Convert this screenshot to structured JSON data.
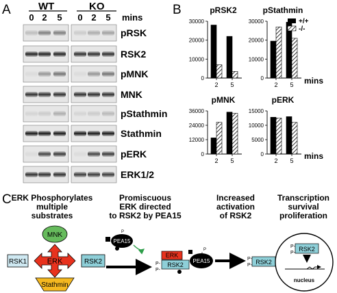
{
  "panelA": {
    "letter": "A",
    "wt_label": "WT",
    "ko_label": "KO",
    "timepoints": [
      "0",
      "2",
      "5"
    ],
    "mins_label": "mins",
    "blots": [
      {
        "label": "pRSK",
        "wt": [
          0.18,
          0.45,
          0.45
        ],
        "ko": [
          0.12,
          0.25,
          0.3
        ]
      },
      {
        "label": "RSK2",
        "wt": [
          0.85,
          0.85,
          0.85
        ],
        "ko": [
          0.8,
          0.8,
          0.8
        ]
      },
      {
        "label": "pMNK",
        "wt": [
          0.05,
          0.35,
          0.5
        ],
        "ko": [
          0.05,
          0.35,
          0.5
        ]
      },
      {
        "label": "MNK",
        "wt": [
          0.8,
          0.8,
          0.8
        ],
        "ko": [
          0.8,
          0.8,
          0.8
        ]
      },
      {
        "label": "pStathmin",
        "wt": [
          0.08,
          0.12,
          0.25
        ],
        "ko": [
          0.08,
          0.12,
          0.2
        ]
      },
      {
        "label": "Stathmin",
        "wt": [
          0.9,
          0.9,
          0.9
        ],
        "ko": [
          0.9,
          0.9,
          0.9
        ]
      },
      {
        "label": "pERK",
        "wt": [
          0.05,
          0.7,
          0.75
        ],
        "ko": [
          0.05,
          0.7,
          0.75
        ]
      },
      {
        "label": "ERK1/2",
        "wt": [
          0.8,
          0.8,
          0.8
        ],
        "ko": [
          0.75,
          0.75,
          0.75
        ]
      }
    ]
  },
  "panelB": {
    "letter": "B",
    "mins_label": "mins",
    "legend": [
      {
        "label": "+/+",
        "pattern": "solid"
      },
      {
        "label": "-/-",
        "pattern": "hatched"
      }
    ],
    "chart_data": [
      {
        "type": "bar",
        "title": "pRSK2",
        "categories": [
          "2",
          "5"
        ],
        "ylim": [
          0,
          30000
        ],
        "yticks": [
          "0",
          "10000",
          "20000",
          "30000"
        ],
        "series": [
          {
            "name": "+/+",
            "values": [
              28000,
              22000
            ]
          },
          {
            "name": "-/-",
            "values": [
              7000,
              3500
            ]
          }
        ]
      },
      {
        "type": "bar",
        "title": "pStathmin",
        "categories": [
          "2",
          "5"
        ],
        "ylim": [
          0,
          30000
        ],
        "yticks": [
          "0",
          "10000",
          "20000",
          "30000"
        ],
        "series": [
          {
            "name": "+/+",
            "values": [
              19500,
              29500
            ]
          },
          {
            "name": "-/-",
            "values": [
              27000,
              21000
            ]
          }
        ]
      },
      {
        "type": "bar",
        "title": "pMNK",
        "categories": [
          "2",
          "5"
        ],
        "ylim": [
          0,
          36000
        ],
        "yticks": [
          "0",
          "12000",
          "24000",
          "36000"
        ],
        "series": [
          {
            "name": "+/+",
            "values": [
              13500,
              35000
            ]
          },
          {
            "name": "-/-",
            "values": [
              26500,
              34000
            ]
          }
        ]
      },
      {
        "type": "bar",
        "title": "pERK",
        "categories": [
          "2",
          "5"
        ],
        "ylim": [
          0,
          15000
        ],
        "yticks": [
          "0",
          "5000",
          "10000",
          "15000"
        ],
        "series": [
          {
            "name": "+/+",
            "values": [
              12800,
              13000
            ]
          },
          {
            "name": "-/-",
            "values": [
              12500,
              11000
            ]
          }
        ]
      }
    ]
  },
  "panelC": {
    "letter": "C",
    "heading1": [
      "ERK Phosphorylates",
      "multiple",
      "substrates"
    ],
    "heading2": [
      "Promiscuous",
      "ERK directed",
      "to RSK2 by PEA15"
    ],
    "heading3": [
      "Increased",
      "activation",
      "of RSK2"
    ],
    "heading4": [
      "Transcription",
      "survival",
      "proliferation"
    ],
    "mnk": "MNK",
    "erk": "ERK",
    "rsk1": "RSK1",
    "rsk2": "RSK2",
    "stathmin": "Stathmin",
    "pea15": "PEA15",
    "p": "P",
    "p_dash": "P-",
    "nucleus": "nucleus",
    "colors": {
      "mnk": "#66bb5c",
      "erk": "#e8321e",
      "rsk": "#8ecfd8",
      "stathmin": "#f5b820",
      "rsk1": "#cfe9f2",
      "arrow_green": "#2e9e4a"
    }
  }
}
